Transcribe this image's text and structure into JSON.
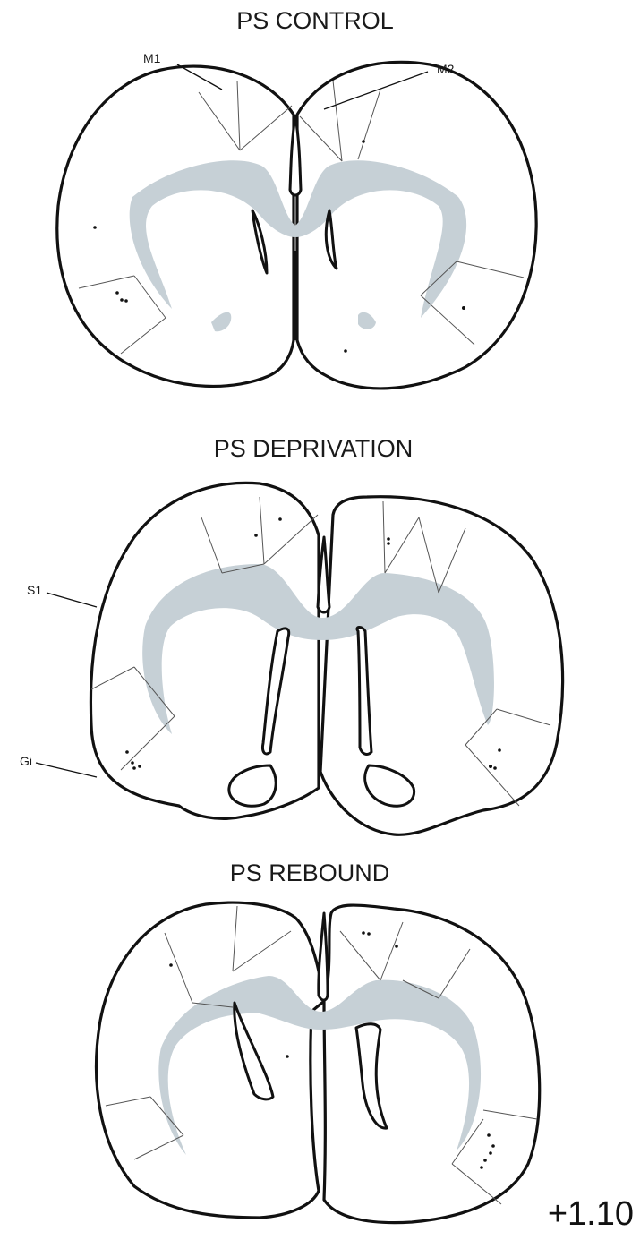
{
  "panels": [
    {
      "title": "PS CONTROL"
    },
    {
      "title": "PS DEPRIVATION"
    },
    {
      "title": "PS REBOUND"
    }
  ],
  "labels": {
    "m1": "M1",
    "m2": "M2",
    "s1": "S1",
    "gi": "Gi"
  },
  "coordinate": "+1.10",
  "colors": {
    "white_matter": "#c6d0d6",
    "outline": "#111111"
  }
}
